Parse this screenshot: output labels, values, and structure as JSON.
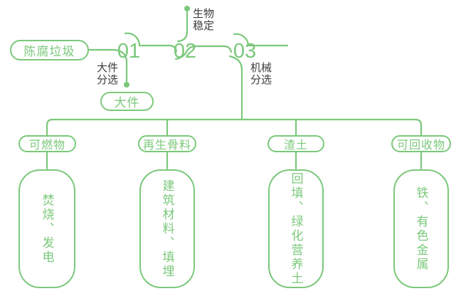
{
  "colors": {
    "green": "#7bc87b",
    "label": "#3b3b3b"
  },
  "root": {
    "label": "陈腐垃圾"
  },
  "steps": [
    {
      "number": "01",
      "label": "大件分选",
      "output": "大件"
    },
    {
      "number": "02",
      "label": "生物稳定"
    },
    {
      "number": "03",
      "label": "机械分选"
    }
  ],
  "branches": [
    {
      "category": "可燃物",
      "detail": "焚烧、发电"
    },
    {
      "category": "再生骨料",
      "detail": "建筑材料、填埋"
    },
    {
      "category": "渣土",
      "detail": "回填、绿化营养土"
    },
    {
      "category": "可回收物",
      "detail": "铁、有色金属"
    }
  ]
}
